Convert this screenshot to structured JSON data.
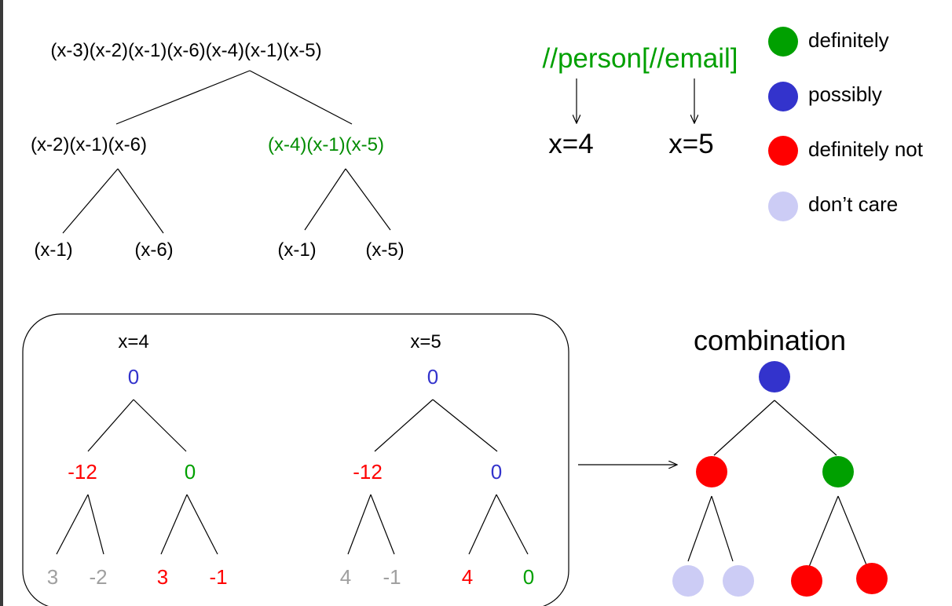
{
  "colors": {
    "definitely": "#00a000",
    "possibly": "#3333cc",
    "definitely_not": "#ff0000",
    "dont_care": "#ccccf5",
    "black": "#000000",
    "gray": "#a0a0a0",
    "green_text": "#008c00"
  },
  "tree": {
    "root": "(x-3)(x-2)(x-1)(x-6)(x-4)(x-1)(x-5)",
    "left": "(x-2)(x-1)(x-6)",
    "right": "(x-4)(x-1)(x-5)",
    "ll": "(x-1)",
    "lr": "(x-6)",
    "rl": "(x-1)",
    "rr": "(x-5)"
  },
  "query": {
    "xpath": "//person[//email]",
    "x1": "x=4",
    "x2": "x=5"
  },
  "legend": [
    {
      "label": "definitely",
      "color_key": "definitely"
    },
    {
      "label": "possibly",
      "color_key": "possibly"
    },
    {
      "label": "definitely not",
      "color_key": "definitely_not"
    },
    {
      "label": "don’t care",
      "color_key": "dont_care"
    }
  ],
  "evaluations": [
    {
      "title": "x=4",
      "root": "0",
      "left": "-12",
      "right": "0",
      "leaves": [
        "3",
        "-2",
        "3",
        "-1"
      ]
    },
    {
      "title": "x=5",
      "root": "0",
      "left": "-12",
      "right": "0",
      "leaves": [
        "4",
        "-1",
        "4",
        "0"
      ]
    }
  ],
  "combination": {
    "title": "combination",
    "root": "possibly",
    "left": "definitely_not",
    "right": "definitely",
    "leaves": [
      "dont_care",
      "dont_care",
      "definitely_not",
      "definitely_not"
    ]
  }
}
